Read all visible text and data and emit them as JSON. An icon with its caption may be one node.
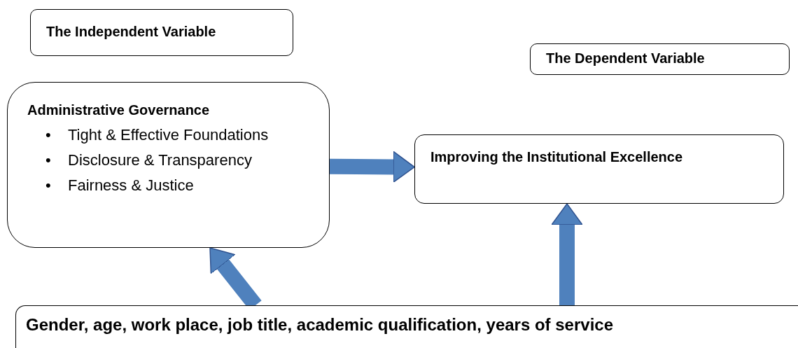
{
  "diagram": {
    "nodes": [
      {
        "text": [
          "The Independent Variable"
        ]
      },
      {
        "text": [
          "The Dependent Variable"
        ]
      },
      {
        "text": [
          "Administrative Governance",
          "• Tight & Effective Foundations",
          "• Disclosure & Transparency",
          "• Fairness & Justice"
        ]
      },
      {
        "text": [
          "Improving the Institutional Excellence"
        ]
      },
      {
        "text": [
          "Gender, age, work place, job title, academic qualification, years of service"
        ]
      }
    ],
    "edges": [
      {
        "from": 2,
        "to": 3,
        "arrow": "to"
      },
      {
        "from": 4,
        "to": 2,
        "arrow": "to"
      },
      {
        "from": 4,
        "to": 3,
        "arrow": "to"
      }
    ]
  }
}
